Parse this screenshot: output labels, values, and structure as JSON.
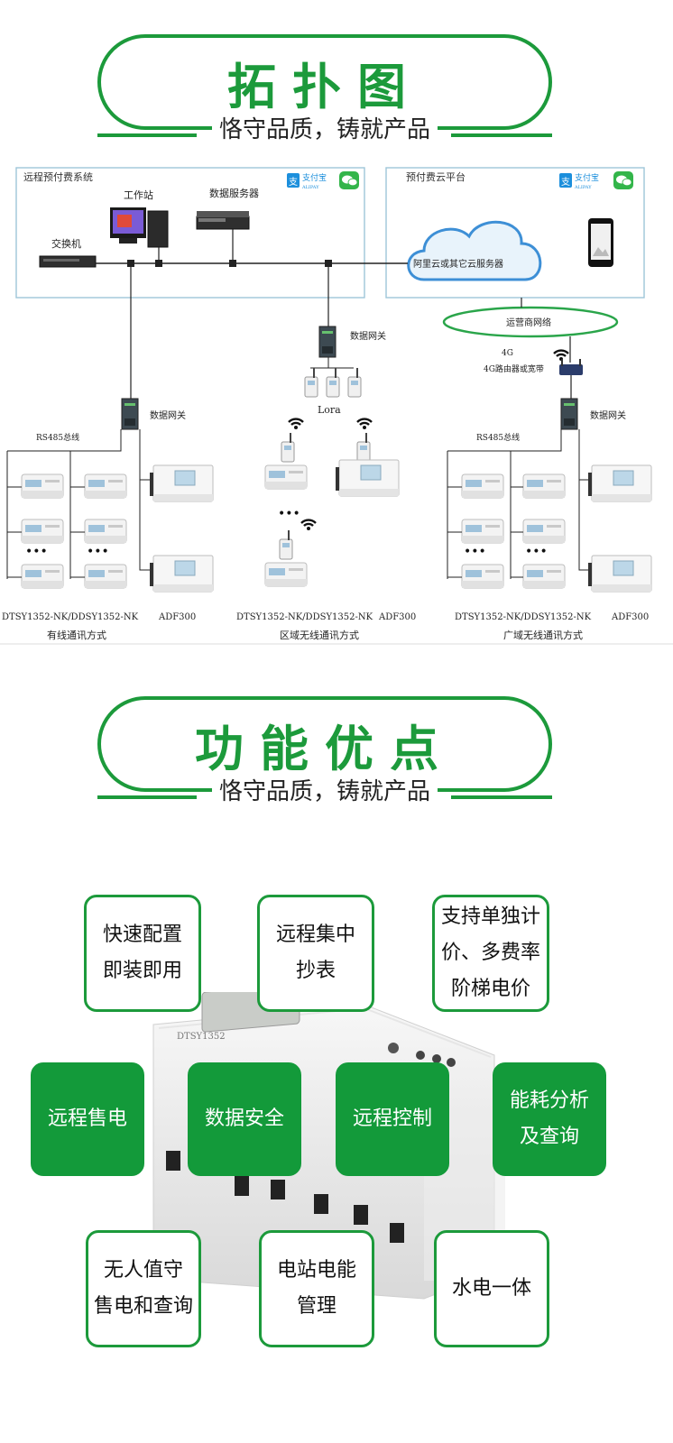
{
  "topology_section": {
    "title": "拓扑图",
    "subtitle": "恪守品质，铸就产品"
  },
  "diagram": {
    "left_system": {
      "title": "远程预付费系统",
      "workstation": "工作站",
      "data_server": "数据服务器",
      "switch": "交换机"
    },
    "right_system": {
      "title": "预付费云平台",
      "cloud": "阿里云或其它云服务器",
      "operator_network": "运营商网络",
      "router_4g": "4G",
      "router_label": "4G路由器或宽带"
    },
    "payment": {
      "alipay": "支付宝",
      "alipay_en": "ALIPAY"
    },
    "gateways": {
      "left": "数据网关",
      "middle": "数据网关",
      "right": "数据网关"
    },
    "lora": "Lora",
    "bus_left": "RS485总线",
    "bus_right": "RS485总线",
    "ellipsis": "•••",
    "group_left": {
      "meter": "DTSY1352-NK/DDSY1352-NK",
      "adf": "ADF300",
      "caption": "有线通讯方式"
    },
    "group_middle": {
      "meter": "DTSY1352-NK/DDSY1352-NK",
      "adf": "ADF300",
      "caption": "区域无线通讯方式"
    },
    "group_right": {
      "meter": "DTSY1352-NK/DDSY1352-NK",
      "adf": "ADF300",
      "caption": "广域无线通讯方式"
    }
  },
  "features_section": {
    "title": "功能优点",
    "subtitle": "恪守品质，铸就产品"
  },
  "features": {
    "quick_config": "快速配置\n即装即用",
    "remote_reading": "远程集中\n抄表",
    "multi_rate": "支持单独计\n价、多费率\n阶梯电价",
    "remote_sale": "远程售电",
    "data_security": "数据安全",
    "remote_control": "远程控制",
    "energy_analysis": "能耗分析\n及查询",
    "unattended": "无人值守\n售电和查询",
    "station_mgmt": "电站电能\n管理",
    "water_power": "水电一体"
  },
  "product": {
    "model": "DTSY1352"
  },
  "colors": {
    "green": "#1c9a3b",
    "dark_green": "#139a3a"
  }
}
